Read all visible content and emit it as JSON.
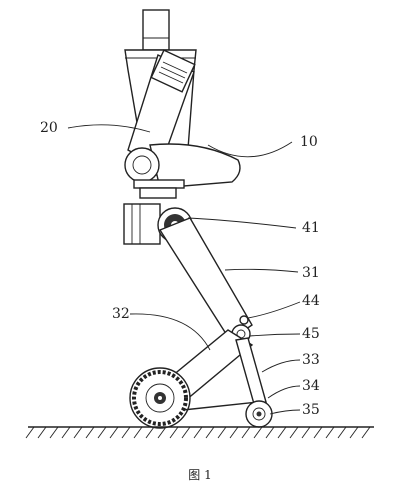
{
  "figure": {
    "caption": "图 1",
    "labels": {
      "l10": "10",
      "l20": "20",
      "l31": "31",
      "l32": "32",
      "l33": "33",
      "l34": "34",
      "l35": "35",
      "l41": "41",
      "l44": "44",
      "l45": "45"
    }
  }
}
